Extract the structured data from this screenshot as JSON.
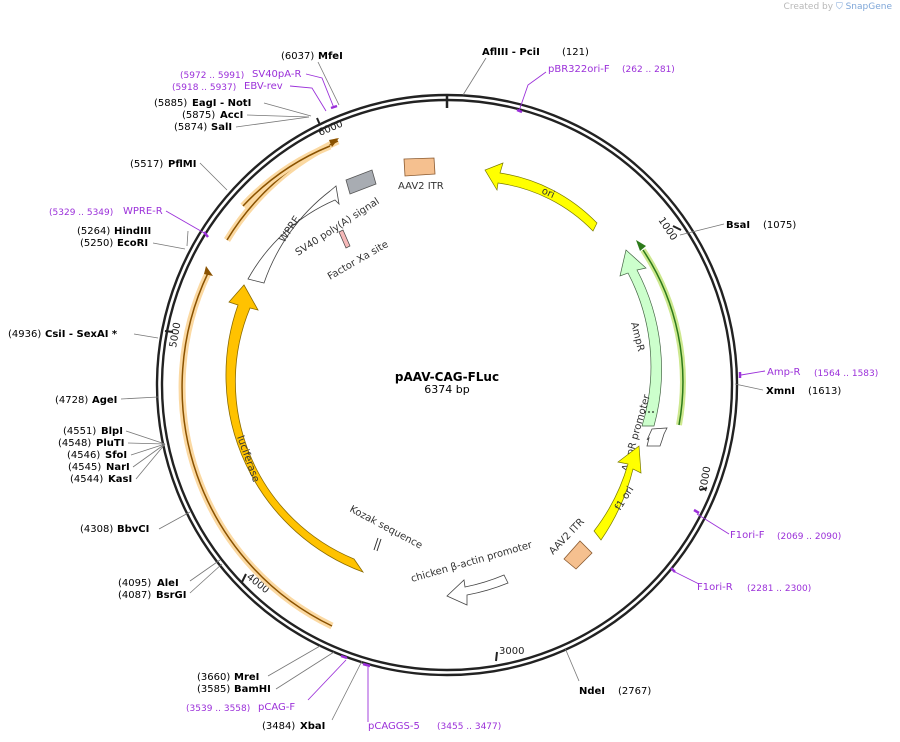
{
  "credit": {
    "prefix": "Created by",
    "brand": "SnapGene"
  },
  "plasmid": {
    "name": "pAAV-CAG-FLuc",
    "size_label": "6374 bp",
    "length": 6374
  },
  "ticks": [
    "1000",
    "2000",
    "3000",
    "4000",
    "5000",
    "6000"
  ],
  "sites": [
    {
      "pos": "(121)",
      "name": "AflIII  - PciI",
      "bp": 121
    },
    {
      "pos": "(1075)",
      "name": "BsaI",
      "bp": 1075
    },
    {
      "pos": "(1613)",
      "name": "XmnI",
      "bp": 1613
    },
    {
      "pos": "(2767)",
      "name": "NdeI",
      "bp": 2767
    },
    {
      "pos": "(3484)",
      "name": "XbaI",
      "bp": 3484
    },
    {
      "pos": "(3585)",
      "name": "BamHI",
      "bp": 3585
    },
    {
      "pos": "(3660)",
      "name": "MreI",
      "bp": 3660
    },
    {
      "pos": "(4087)",
      "name": "BsrGI",
      "bp": 4087
    },
    {
      "pos": "(4095)",
      "name": "AleI",
      "bp": 4095
    },
    {
      "pos": "(4308)",
      "name": "BbvCI",
      "bp": 4308
    },
    {
      "pos": "(4544)",
      "name": "KasI",
      "bp": 4544
    },
    {
      "pos": "(4545)",
      "name": "NarI",
      "bp": 4545
    },
    {
      "pos": "(4546)",
      "name": "SfoI",
      "bp": 4546
    },
    {
      "pos": "(4548)",
      "name": "PluTI",
      "bp": 4548
    },
    {
      "pos": "(4551)",
      "name": "BlpI",
      "bp": 4551
    },
    {
      "pos": "(4728)",
      "name": "AgeI",
      "bp": 4728
    },
    {
      "pos": "(4936)",
      "name": "CsiI  - SexAI *",
      "bp": 4936
    },
    {
      "pos": "(5250)",
      "name": "EcoRI",
      "bp": 5250
    },
    {
      "pos": "(5264)",
      "name": "HindIII",
      "bp": 5264
    },
    {
      "pos": "(5517)",
      "name": "PflMI",
      "bp": 5517
    },
    {
      "pos": "(5874)",
      "name": "SalI",
      "bp": 5874
    },
    {
      "pos": "(5875)",
      "name": "AccI",
      "bp": 5875
    },
    {
      "pos": "(5885)",
      "name": "EagI  - NotI",
      "bp": 5885
    },
    {
      "pos": "(6037)",
      "name": "MfeI",
      "bp": 6037
    }
  ],
  "primers": [
    {
      "name": "pBR322ori-F",
      "range": "(262 .. 281)"
    },
    {
      "name": "Amp-R",
      "range": "(1564 .. 1583)"
    },
    {
      "name": "F1ori-F",
      "range": "(2069 .. 2090)"
    },
    {
      "name": "F1ori-R",
      "range": "(2281 .. 2300)"
    },
    {
      "name": "pCAGGS-5",
      "range": "(3455 .. 3477)"
    },
    {
      "name": "pCAG-F",
      "range": "(3539 .. 3558)"
    },
    {
      "name": "WPRE-R",
      "range": "(5329 .. 5349)"
    },
    {
      "name": "EBV-rev",
      "range": "(5918 .. 5937)"
    },
    {
      "name": "SV40pA-R",
      "range": "(5972 .. 5991)"
    }
  ],
  "features": [
    {
      "label": "ori",
      "color": "#ffff00"
    },
    {
      "label": "AmpR",
      "color": "#ccffcc"
    },
    {
      "label": "AmpR promoter",
      "color": "#ffffff"
    },
    {
      "label": "f1 ori",
      "color": "#ffff00"
    },
    {
      "label": "AAV2 ITR",
      "color": "#f5c08f"
    },
    {
      "label": "AAV2 ITR",
      "color": "#f5c08f"
    },
    {
      "label": "chicken β-actin promoter",
      "color": "#ffffff"
    },
    {
      "label": "Kozak sequence",
      "color": "#ffffff"
    },
    {
      "label": "luciferase",
      "color": "#ffc200"
    },
    {
      "label": "WPRE",
      "color": "#ffffff"
    },
    {
      "label": "SV40 poly(A) signal",
      "color": "#a8acb2"
    },
    {
      "label": "Factor Xa site",
      "color": "#f5b8b8"
    }
  ],
  "colors": {
    "primer": "#9b30d9",
    "backbone": "#222222"
  }
}
